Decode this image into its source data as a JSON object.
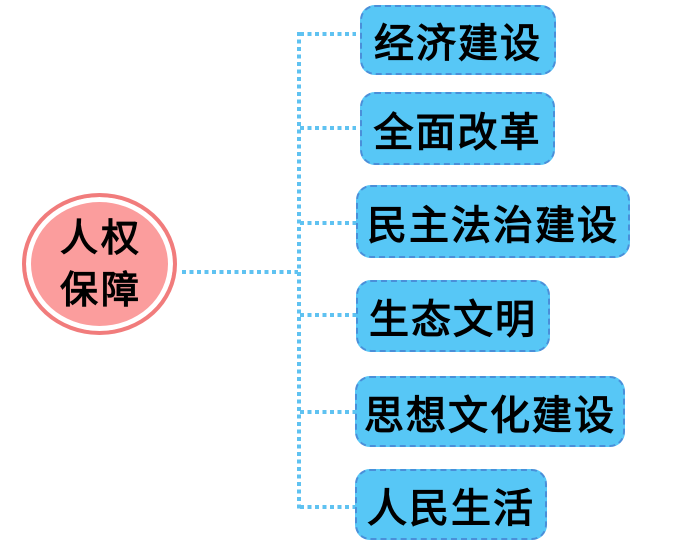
{
  "diagram": {
    "type": "mindmap",
    "root": {
      "line1": "人权",
      "line2": "保障",
      "full_label": "人权保障"
    },
    "branches": [
      {
        "label": "经济建设"
      },
      {
        "label": "全面改革"
      },
      {
        "label": "民主法治建设"
      },
      {
        "label": "生态文明"
      },
      {
        "label": "思想文化建设"
      },
      {
        "label": "人民生活"
      }
    ],
    "colors": {
      "background": "#FFFFFF",
      "root_fill": "#FB9D9D",
      "root_border": "#F17C7C",
      "root_inner_ring": "#FFFFFF",
      "branch_fill": "#57C7F6",
      "branch_border": "#4A8FD9",
      "connector": "#5FC2F1",
      "text": "#000000"
    },
    "connector_style": "dotted",
    "branch_border_style": "dashed"
  }
}
